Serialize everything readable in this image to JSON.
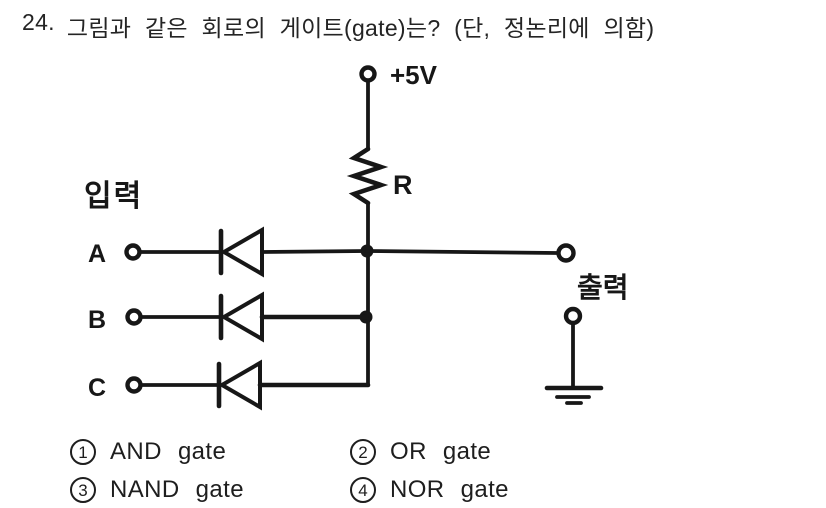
{
  "question": {
    "number": "24.",
    "text": "그림과 같은 회로의 게이트(gate)는? (단, 정논리에 의함)"
  },
  "circuit": {
    "labels": {
      "vcc": "+5V",
      "resistor": "R",
      "input_group": "입력",
      "input_a": "A",
      "input_b": "B",
      "input_c": "C",
      "output": "출력"
    }
  },
  "options": [
    {
      "num": "1",
      "label": "AND gate"
    },
    {
      "num": "2",
      "label": "OR gate"
    },
    {
      "num": "3",
      "label": "NAND gate"
    },
    {
      "num": "4",
      "label": "NOR gate"
    }
  ],
  "colors": {
    "ink": "#171717",
    "background": "#ffffff"
  }
}
